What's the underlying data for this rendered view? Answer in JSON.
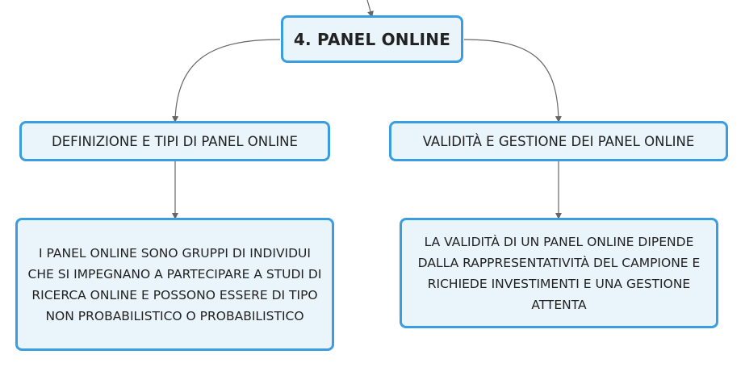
{
  "diagram": {
    "root": {
      "label": "4. PANEL ONLINE"
    },
    "branches": [
      {
        "label": "DEFINIZIONE E TIPI DI PANEL ONLINE",
        "detail": "I PANEL ONLINE SONO GRUPPI DI INDIVIDUI CHE SI IMPEGNANO A PARTECIPARE A STUDI DI RICERCA ONLINE E POSSONO ESSERE DI TIPO NON PROBABILISTICO O PROBABILISTICO"
      },
      {
        "label": "VALIDITÀ E GESTIONE DEI PANEL ONLINE",
        "detail": "LA VALIDITÀ DI UN PANEL ONLINE DIPENDE DALLA RAPPRESENTATIVITÀ DEL CAMPIONE E RICHIEDE INVESTIMENTI E UNA GESTIONE ATTENTA"
      }
    ]
  },
  "colors": {
    "node_fill": "#e9f4fb",
    "node_border": "#3a9de0",
    "connector": "#666666",
    "text": "#222222"
  }
}
